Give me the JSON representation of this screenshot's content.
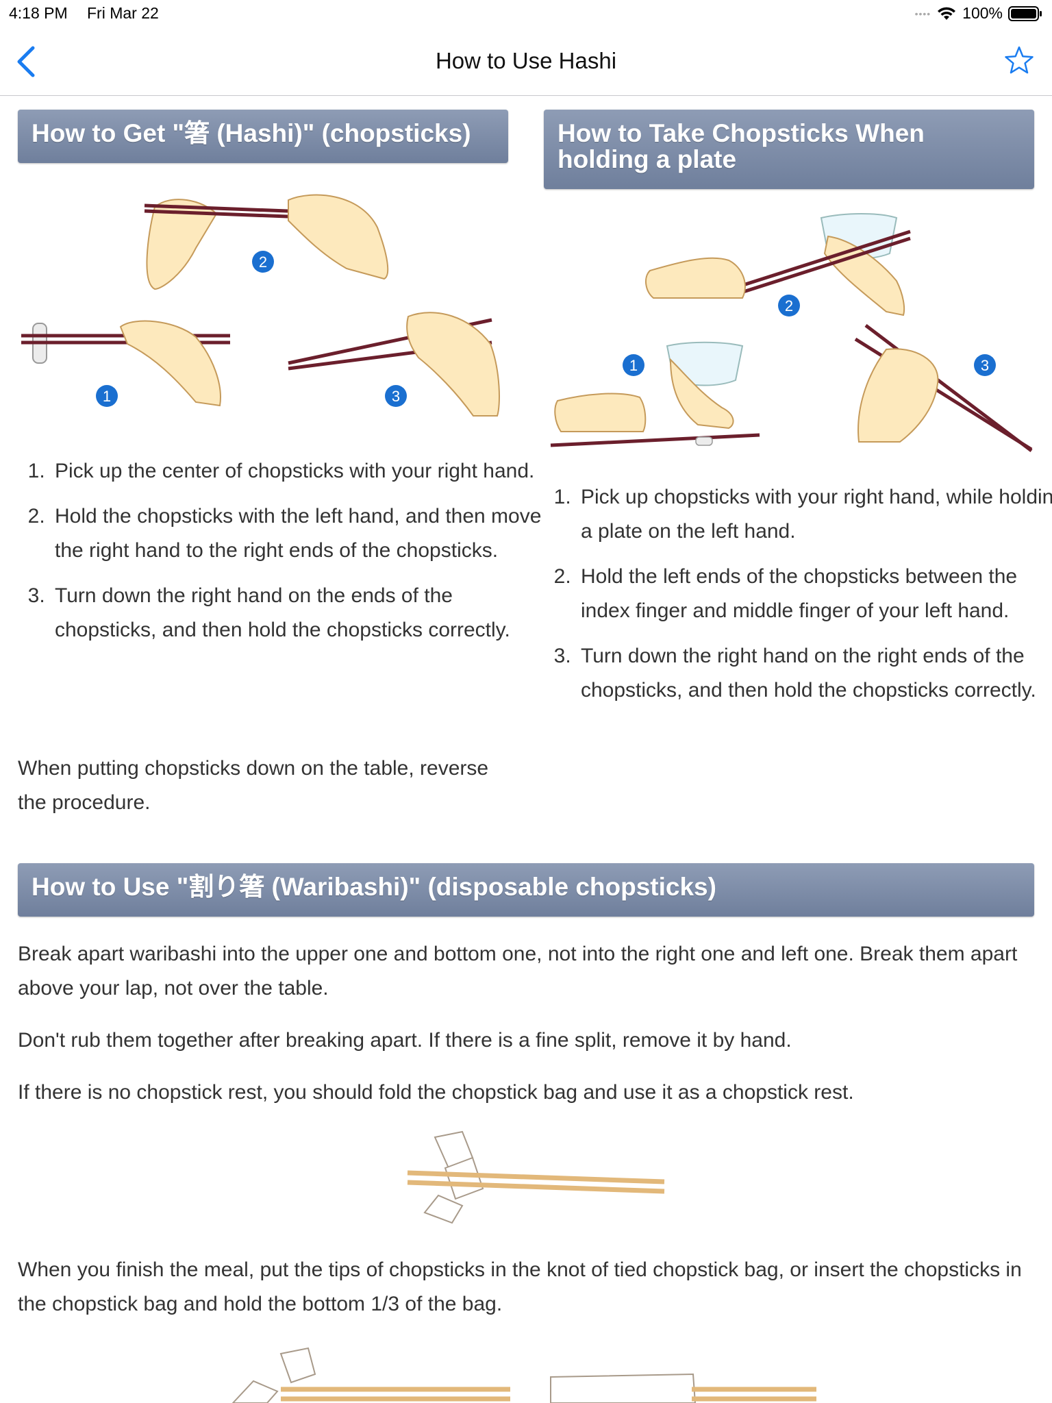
{
  "status": {
    "time": "4:18 PM",
    "date": "Fri Mar 22",
    "battery": "100%"
  },
  "nav": {
    "title": "How to Use Hashi"
  },
  "section1": {
    "title": "How to Get \"箸 (Hashi)\" (chopsticks)",
    "badges": [
      "1",
      "2",
      "3"
    ],
    "steps": [
      "Pick up the center of chopsticks with your right hand.",
      "Hold the chopsticks with the left hand, and then move the right hand to the right ends of the chopsticks.",
      "Turn down the right hand on the ends of the chopsticks, and then hold the chopsticks correctly."
    ],
    "note": "When putting chopsticks down on the table, reverse the procedure."
  },
  "section2": {
    "title": "How to Take Chopsticks When holding a plate",
    "badges": [
      "1",
      "2",
      "3"
    ],
    "steps": [
      "Pick up chopsticks with your right hand, while holding a plate on the left hand.",
      "Hold the left ends of the chopsticks between the index finger and middle finger of your left hand.",
      "Turn down the right hand on the right ends of the chopsticks, and then hold the chopsticks correctly."
    ]
  },
  "section3": {
    "title": "How to Use \"割り箸 (Waribashi)\" (disposable chopsticks)",
    "p1": "Break apart waribashi into the upper one and bottom one, not into the right one and left one. Break them apart above your lap, not over the table.",
    "p2": "Don't rub them together after breaking apart. If there is a fine split, remove it by hand.",
    "p3": "If there is no chopstick rest, you should fold the chopstick bag and use it as a chopstick rest.",
    "p4": "When you finish the meal, put the tips of chopsticks in the knot of tied chopstick bag, or insert the chopsticks in the chopstick bag and hold the bottom 1/3 of the bag."
  },
  "colors": {
    "header": "#7b8aa7",
    "chopstick": "#6b1f2c",
    "wood": "#e2b87a",
    "skin": "#fde9bd",
    "badge": "#1a6fd0",
    "accent": "#1a7cf0"
  },
  "icons": [
    "wifi-icon",
    "battery-icon",
    "back-chevron-icon",
    "star-icon"
  ]
}
